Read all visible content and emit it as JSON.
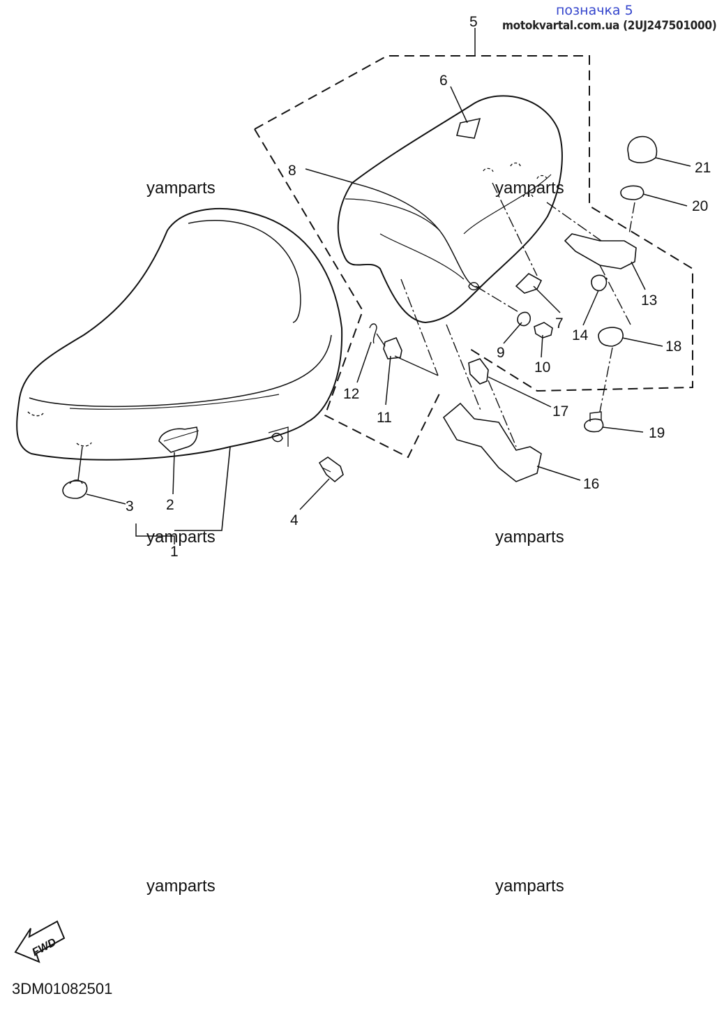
{
  "header": {
    "label_marker": "позначка 5",
    "source_line": "motokvartal.com.ua (2UJ247501000)"
  },
  "watermarks": [
    "yamparts",
    "yamparts",
    "yamparts",
    "yamparts",
    "yamparts",
    "yamparts"
  ],
  "diagram": {
    "callouts": [
      "1",
      "2",
      "3",
      "4",
      "5",
      "6",
      "7",
      "8",
      "9",
      "10",
      "11",
      "12",
      "13",
      "14",
      "16",
      "17",
      "18",
      "19",
      "20",
      "21"
    ],
    "fwd_label": "FWD",
    "figure_code": "3DM01082501"
  }
}
